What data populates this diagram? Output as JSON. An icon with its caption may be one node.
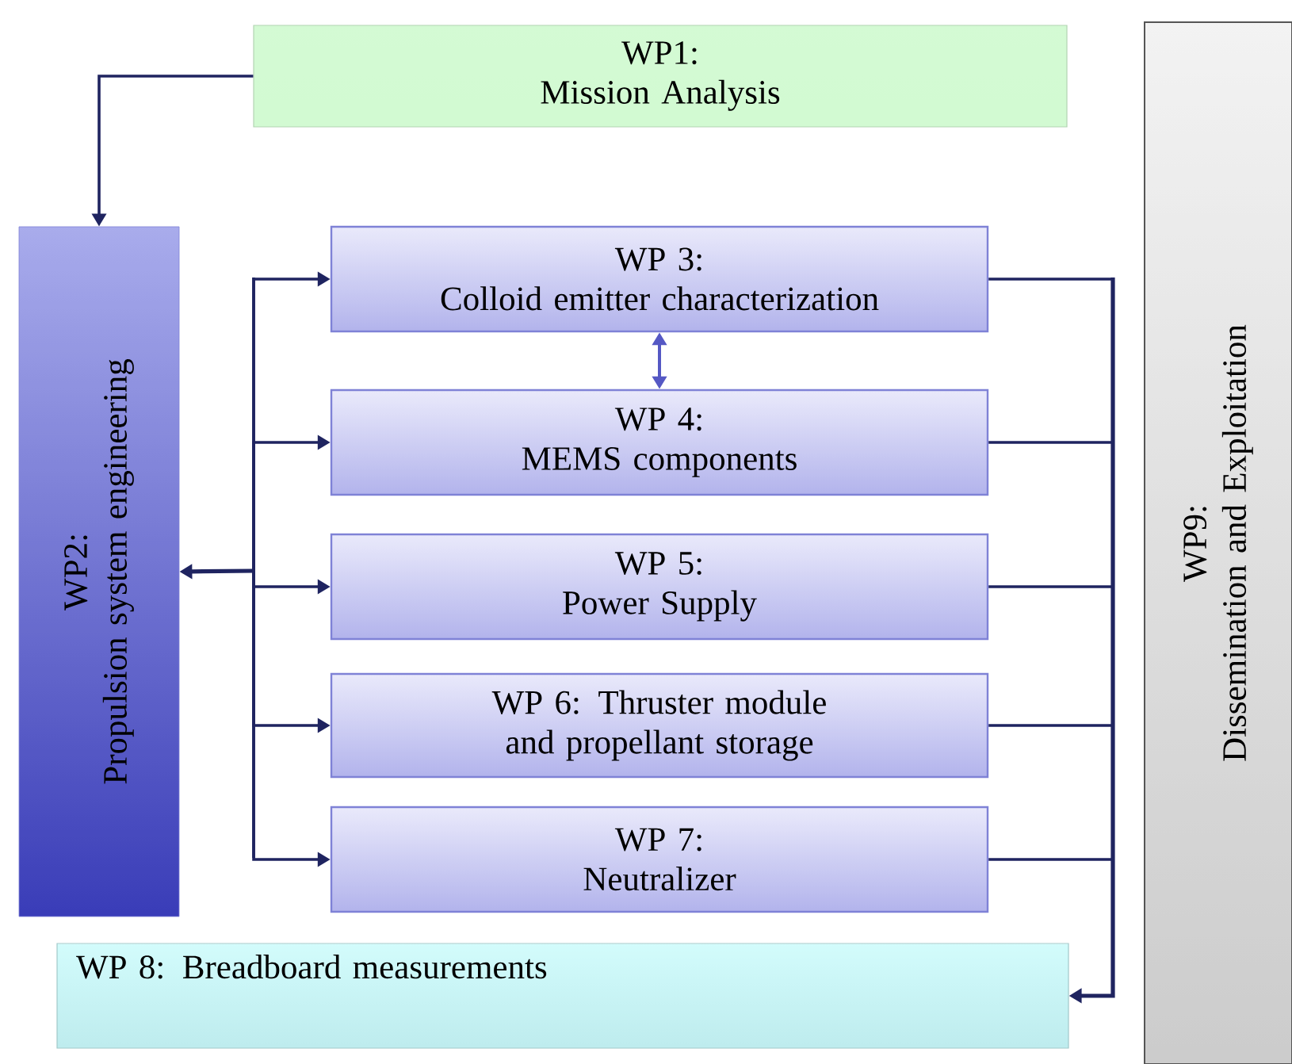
{
  "diagram": {
    "nodes": [
      {
        "text": [
          "WP1:",
          "Mission Analysis"
        ]
      },
      {
        "text": [
          "WP2:",
          "Propulsion system engineering"
        ]
      },
      {
        "text": [
          "WP 3:",
          "Colloid emitter characterization"
        ]
      },
      {
        "text": [
          "WP 4:",
          "MEMS components"
        ]
      },
      {
        "text": [
          "WP 5:",
          "Power Supply"
        ]
      },
      {
        "text": [
          "WP 6:  Thruster module and propellant storage"
        ]
      },
      {
        "text": [
          "WP 7:",
          "Neutralizer"
        ]
      },
      {
        "text": [
          "WP 8: Breadboard measurements"
        ]
      },
      {
        "text": [
          "WP9:",
          "Dissemination and Exploitation"
        ]
      }
    ],
    "edges": [
      {
        "from": 0,
        "to": 1,
        "arrow": "to"
      },
      {
        "from": 1,
        "to": 2,
        "arrow": "both"
      },
      {
        "from": 1,
        "to": 3,
        "arrow": "both"
      },
      {
        "from": 1,
        "to": 4,
        "arrow": "both"
      },
      {
        "from": 1,
        "to": 5,
        "arrow": "both"
      },
      {
        "from": 1,
        "to": 6,
        "arrow": "both"
      },
      {
        "from": 2,
        "to": 3,
        "arrow": "both",
        "color": "#5558c4"
      },
      {
        "from": 2,
        "to": 7,
        "arrow": "to"
      },
      {
        "from": 3,
        "to": 7,
        "arrow": "to"
      },
      {
        "from": 4,
        "to": 7,
        "arrow": "to"
      },
      {
        "from": 5,
        "to": 7,
        "arrow": "to"
      },
      {
        "from": 6,
        "to": 7,
        "arrow": "to"
      }
    ]
  }
}
